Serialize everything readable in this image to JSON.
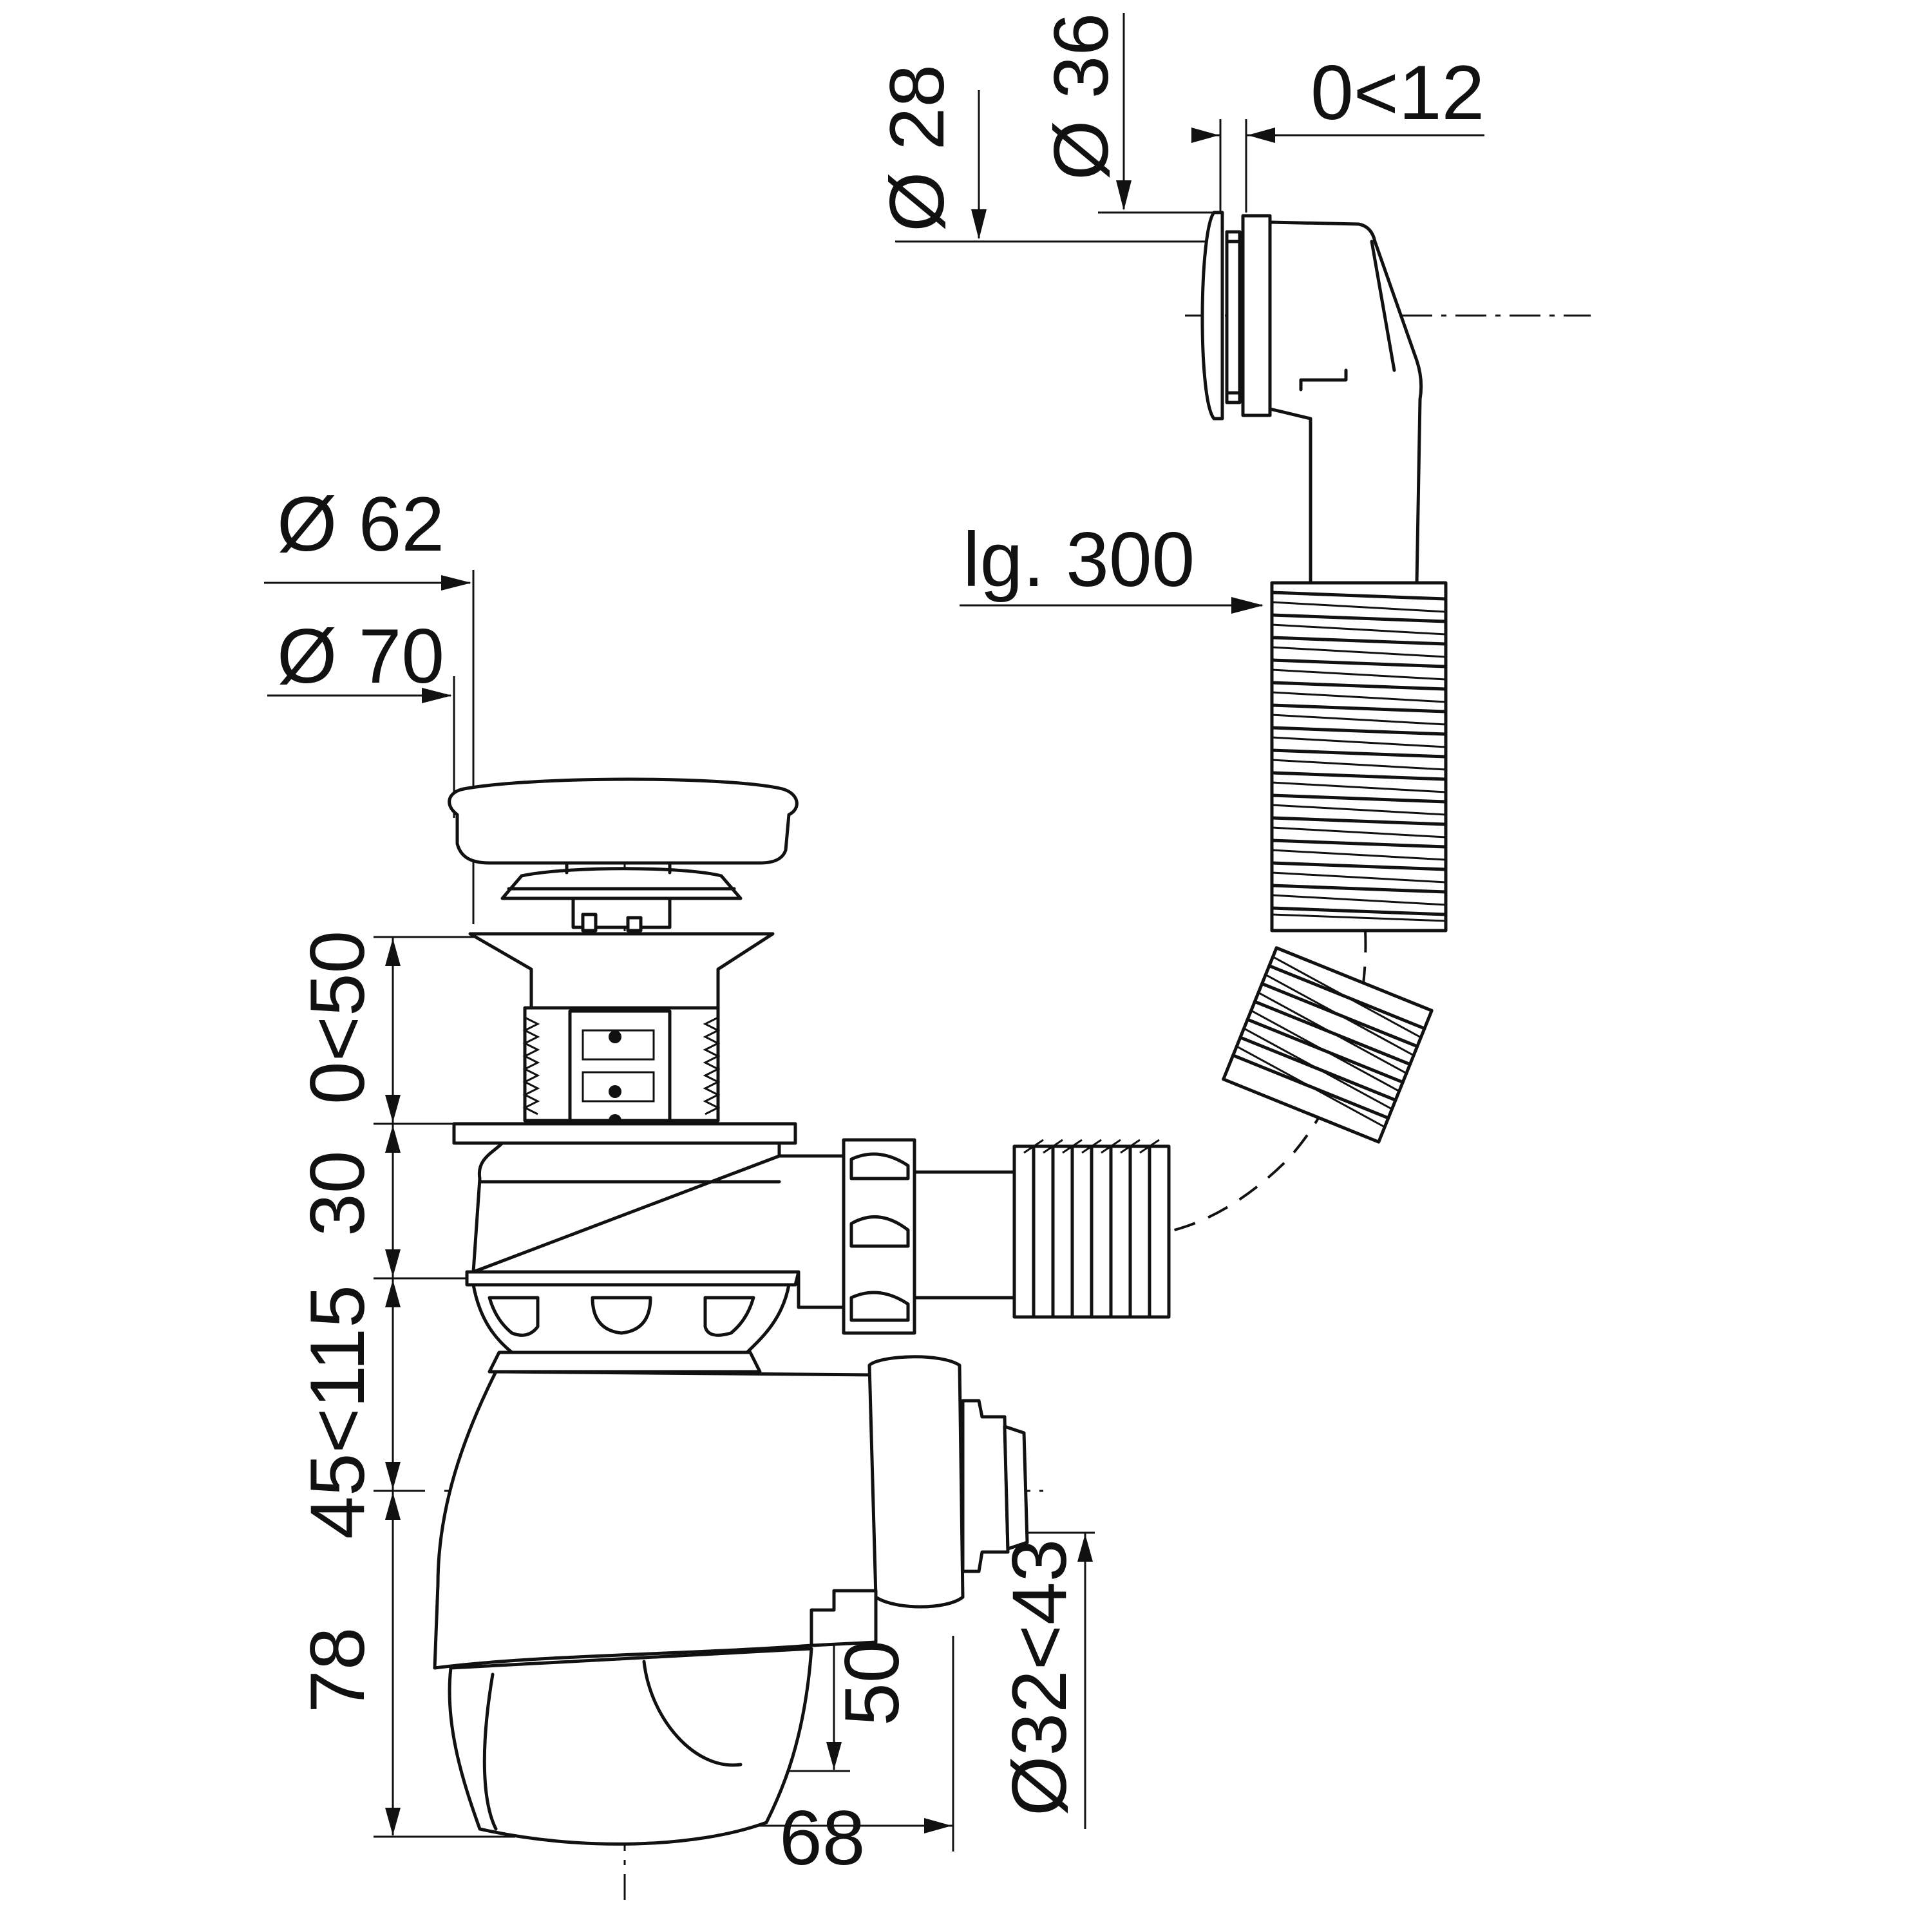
{
  "dimensions": {
    "d28": "Ø 28",
    "d36": "Ø 36",
    "gap": "0<12",
    "length": "lg. 300",
    "d62": "Ø 62",
    "d70": "Ø 70",
    "stroke_range": "0<50",
    "h30": "30",
    "h45_115": "45<115",
    "h78": "78",
    "h50": "50",
    "outlet": "Ø32<43",
    "w68": "68"
  },
  "colors": {
    "line": "#111111",
    "background": "#ffffff"
  }
}
